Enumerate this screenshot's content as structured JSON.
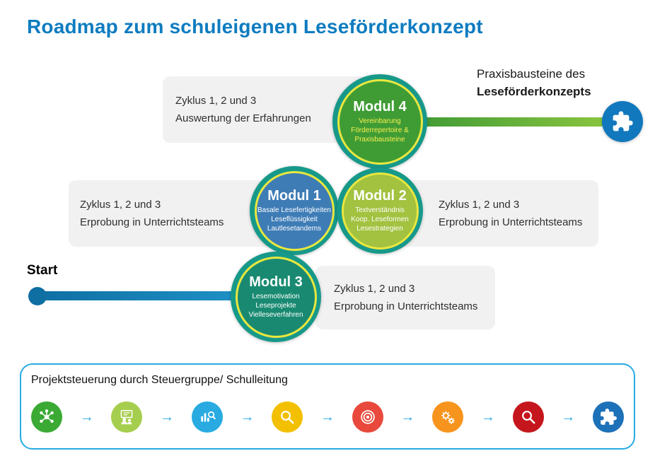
{
  "title": "Roadmap zum schuleigenen Leseförderkonzept",
  "colors": {
    "title": "#0e7cc0",
    "box_bg": "#f1f1f2",
    "ring_outer": "#17998a",
    "ring_inner": "#e9e73f",
    "green_bar_start": "#3f9b35",
    "green_bar_end": "#8dc63f",
    "blue_bar_start": "#0f6fa3",
    "blue_bar_end": "#2196cb",
    "endcap": "#1278bd",
    "panel_border": "#29abe2",
    "arrow": "#29abe2"
  },
  "boxes": {
    "top": {
      "line1": "Zyklus 1, 2 und 3",
      "line2": "Auswertung der Erfahrungen"
    },
    "mid_left": {
      "line1": "Zyklus 1, 2 und 3",
      "line2": "Erprobung in Unterrichtsteams"
    },
    "mid_right": {
      "line1": "Zyklus 1, 2 und 3",
      "line2": "Erprobung in Unterrichtsteams"
    },
    "bottom": {
      "line1": "Zyklus 1, 2 und 3",
      "line2": "Erprobung in Unterrichtsteams"
    }
  },
  "modules": {
    "modul1": {
      "label": "Modul 1",
      "sub": "Basale Lesefertigkeiten\nLeseflüssigkeit\nLautlesetandems",
      "fill": "#3e7cb6",
      "sub_color": "#ffffff"
    },
    "modul2": {
      "label": "Modul 2",
      "sub": "Textverständnis\nKoop. Leseformen\nLesestrategien",
      "fill": "#a2c240",
      "sub_color": "#ffffff"
    },
    "modul3": {
      "label": "Modul 3",
      "sub": "Lesemotivation\nLeseprojekte\nVielleseverfahren",
      "fill": "#198a71",
      "sub_color": "#ffffff"
    },
    "modul4": {
      "label": "Modul 4",
      "sub": "Vereinbarung\nFörderrepertoire &\nPraxisbausteine",
      "fill": "#3f9c35",
      "sub_color": "#f7ef4f"
    }
  },
  "start_label": "Start",
  "praxis": {
    "line1": "Praxisbausteine des",
    "line2": "Leseförderkonzepts"
  },
  "steuerung": {
    "title": "Projektsteuerung durch Steuergruppe/ Schulleitung",
    "arrow_glyph": "→",
    "steps": [
      {
        "icon": "network-icon",
        "color": "#3aaa35"
      },
      {
        "icon": "team-presentation-icon",
        "color": "#a6ce4e"
      },
      {
        "icon": "chart-magnifier-icon",
        "color": "#29abe2"
      },
      {
        "icon": "magnifier-icon",
        "color": "#f3c000"
      },
      {
        "icon": "target-icon",
        "color": "#e8493c"
      },
      {
        "icon": "gears-icon",
        "color": "#f7941d"
      },
      {
        "icon": "magnifier-icon",
        "color": "#c4161c"
      },
      {
        "icon": "puzzle-icon",
        "color": "#1d71b8"
      }
    ]
  }
}
